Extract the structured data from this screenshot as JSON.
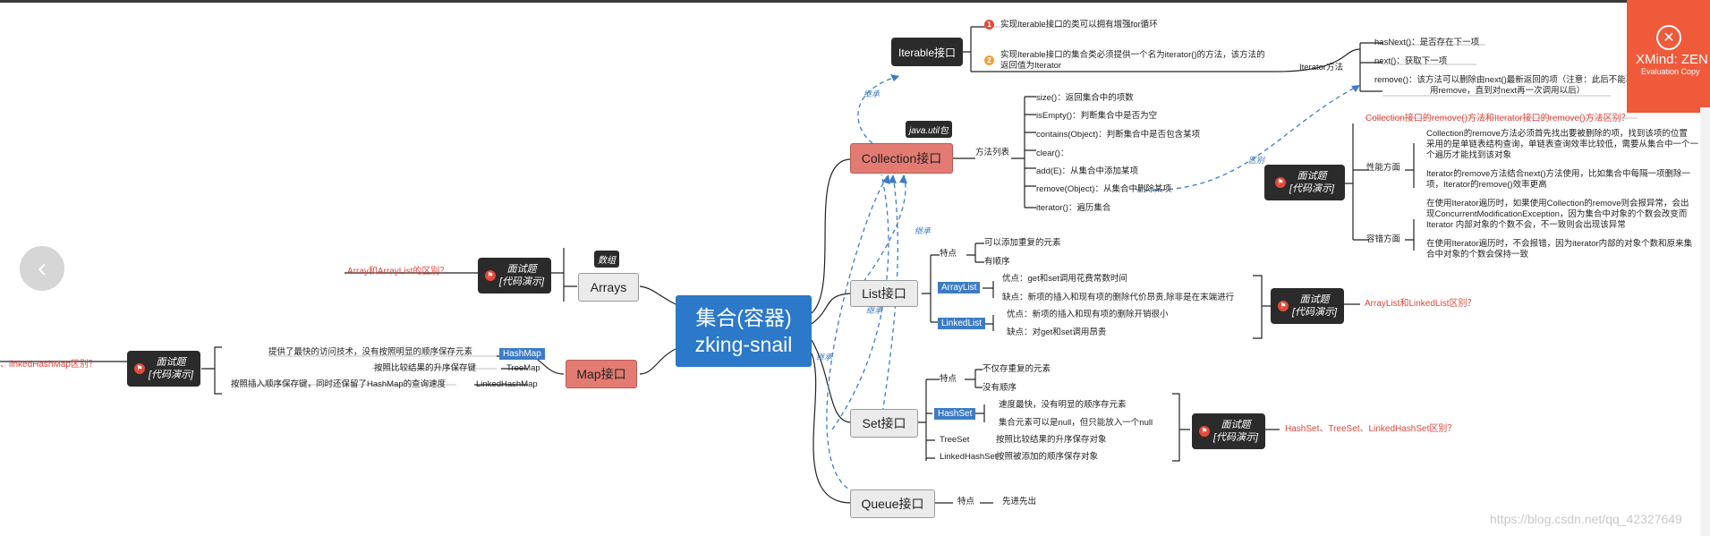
{
  "central": {
    "line1": "集合(容器)",
    "line2": "zking-snail"
  },
  "nodes": {
    "iterable": "Iterable接口",
    "collection": "Collection接口",
    "list": "List接口",
    "set": "Set接口",
    "queue": "Queue接口",
    "arrays": "Arrays",
    "map": "Map接口"
  },
  "tags": {
    "java_util": "java.util包",
    "array_tag": "数组"
  },
  "interview": {
    "line1": "面试题",
    "line2": "[代码演示]"
  },
  "iterable_branch": {
    "item1": "实现Iterable接口的类可以拥有增强for循环",
    "item2_l1": "实现Iterable接口的集合类必须提供一个名为iterator()的方法，该方法的",
    "item2_l2": "返回值为Iterator",
    "iterator_method": "Iterator方法",
    "hasNext": "hasNext()：是否存在下一项",
    "next": "next()：获取下一项",
    "remove_l1": "remove()：该方法可以删除由next()最新返回的项（注意：此后不能再",
    "remove_l2": "用remove，直到对next再一次调用以后）"
  },
  "collection_branch": {
    "methods_label": "方法列表",
    "methods": [
      "size()：返回集合中的项数",
      "isEmpty()：判断集合中是否为空",
      "contains(Object)：判断集合中是否包含某项",
      "clear()：",
      "add(E)：从集合中添加某项",
      "remove(Object)：从集合中删除某项",
      "iterator()：遍历集合"
    ],
    "question": "Collection接口的remove()方法和Iterator接口的remove()方法区别？",
    "perf_label": "性能方面",
    "perf1": [
      "Collection的remove方法必须首先找出要被删除的项，找到该项的位置",
      "采用的是单链表结构查询，单链表查询效率比较低，需要从集合中一个一",
      "个遍历才能找到该对象"
    ],
    "perf2": [
      "Iterator的remove方法结合next()方法使用，比如集合中每隔一项删除一",
      "项，Iterator的remove()效率更高"
    ],
    "fault_label": "容错方面",
    "fault1": [
      "在使用Iterator遍历时，如果使用Collection的remove则会报异常，会出",
      "现ConcurrentModificationException，因为集合中对象的个数会改变而",
      "Iterator 内部对象的个数不会，不一致则会出现该异常"
    ],
    "fault2": [
      "在使用Iterator遍历时，不会报错，因为iterator内部的对象个数和原来集",
      "合中对象的个数会保持一致"
    ]
  },
  "list_branch": {
    "feature_label": "特点",
    "features": [
      "可以添加重复的元素",
      "有顺序"
    ],
    "arraylist": "ArrayList",
    "arraylist_items": [
      "优点：get和set调用花费常数时间",
      "缺点：新项的插入和现有项的删除代价昂贵,除非是在末端进行"
    ],
    "linkedlist": "LinkedList",
    "linkedlist_items": [
      "优点：新项的插入和现有项的删除开销很小",
      "缺点：对get和set调用昂贵"
    ],
    "question": "ArrayList和LinkedList区别？"
  },
  "set_branch": {
    "feature_label": "特点",
    "features": [
      "不仅存重复的元素",
      "没有顺序"
    ],
    "hashset": "HashSet",
    "hashset_items": [
      "速度最快，没有明显的顺序存元素",
      "集合元素可以是null，但只能放入一个null"
    ],
    "treeset": "TreeSet",
    "treeset_item": "按照比较结果的升序保存对象",
    "linkedhashset": "LinkedHashSet",
    "linkedhashset_item": "按照被添加的顺序保存对象",
    "question": "HashSet、TreeSet、LinkedHashSet区别？"
  },
  "queue_branch": {
    "feature_label": "特点",
    "feature": "先进先出"
  },
  "arrays_branch": {
    "question": "Array和ArrayList的区别？"
  },
  "map_branch": {
    "hashmap": "HashMap",
    "hashmap_item": "提供了最快的访问技术，没有按照明显的顺序保存元素",
    "treemap": "TreeMap",
    "treemap_item": "按照比较结果的升序保存键",
    "linkedhashmap": "LinkedHashMap",
    "linkedhashmap_item": "按照插入顺序保存键，同时还保留了HashMap的查询速度",
    "question": "、linkedHashMap区别？"
  },
  "arrow_labels": {
    "inherit": "继承",
    "difference": "区别"
  },
  "badges": {
    "one": "1",
    "two": "2"
  },
  "xmind": {
    "name": "XMind: ZEN",
    "sub": "Evaluation Copy"
  },
  "watermark": "https://blog.csdn.net/qq_42327649",
  "icons": {
    "back": "chevron-left-icon",
    "flag": "flag-icon",
    "logo": "xmind-logo-icon"
  },
  "colors": {
    "central": "#2b79c8",
    "red_node": "#e37b73",
    "question": "#e0453a",
    "dashed": "#3d7cc4",
    "xmind": "#ee5a3a"
  }
}
